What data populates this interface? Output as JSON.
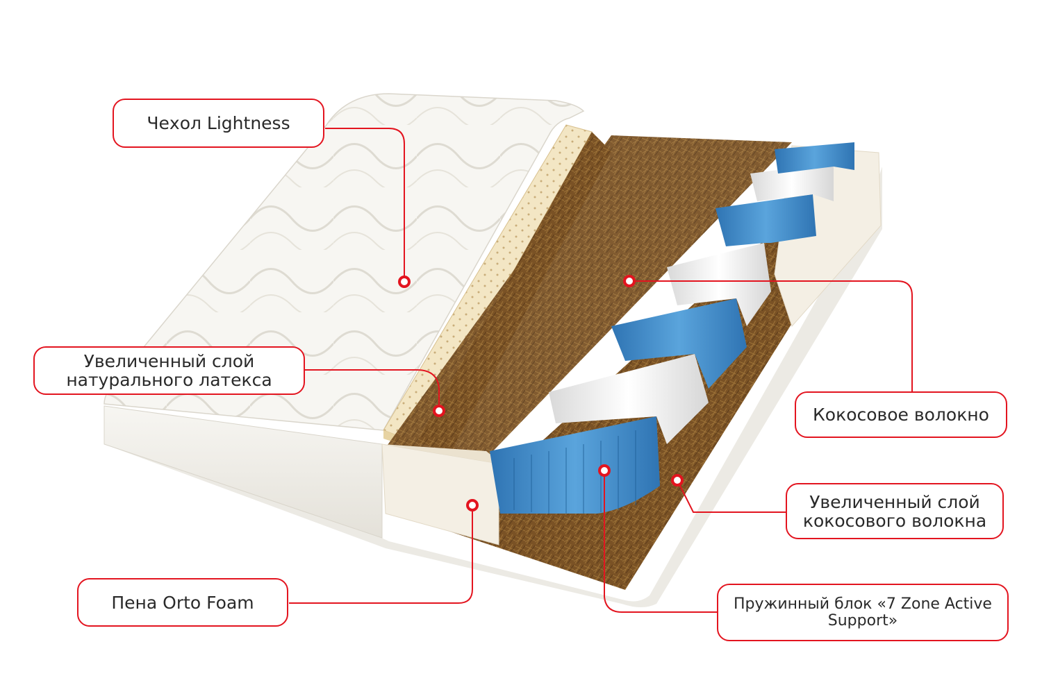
{
  "colors": {
    "accent": "#e3141f",
    "cover": "#f5f3ee",
    "latex": "#f3e6c4",
    "coir": "#7a5225",
    "spring_blue": "#3b86c6",
    "spring_white": "#f2f2f2",
    "foam": "#f4efe4"
  },
  "callouts": {
    "cover": "Чехол Lightness",
    "latex": [
      "Увеличенный слой",
      "натурального латекса"
    ],
    "foam": "Пена Orto Foam",
    "coir": "Кокосовое волокно",
    "coir_thick": [
      "Увеличенный слой",
      "кокосового волокна"
    ],
    "spring": [
      "Пружинный блок «7 Zone Active",
      "Support»"
    ]
  }
}
